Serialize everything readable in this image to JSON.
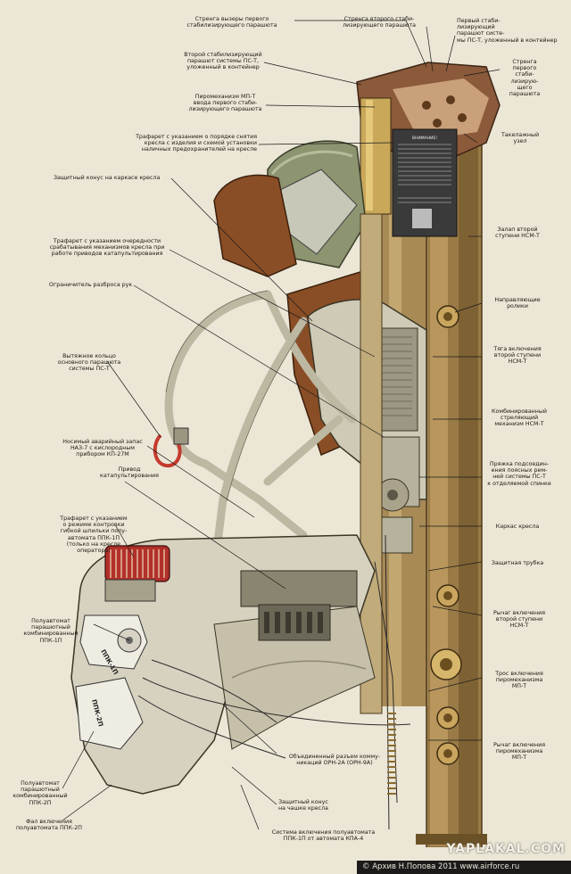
{
  "labels": {
    "stabilizer_drag_chute_sling": "Стренга вызеры первого\nстабилизирующего парашюта",
    "second_stabilizer_sling": "Стренга второго стаби-\nлизирующего парашюта",
    "first_stabilizer_in_container": "Первый стаби-\nлизирующий\nпарашют систе-\nмы ПС-Т, уложенный в контейнер",
    "first_stabilizer_sling": "Стренга\nпервого\nстаби-\nлизирую-\nщего\nпарашюта",
    "second_stabilizer_in_container": "Второй стабилизирующий\nпарашют системы ПС-Т,\nуложенный в контейнер",
    "mpt_pyromechanism": "Пиромеханизм МП-Т\nввода первого стаби-\nлизирующего парашюта",
    "tackle_unit": "Такелажный\nузел",
    "ejection_order_stencil": "Трафарет с указанием о порядке снятия\nкресла с изделия и схемой установки\nналичных предохранителей на кресле",
    "headrest_harness_end": "Защитный конус на каркасе кресла",
    "second_stage_rod": "Залап второй\nступени НСМ-Т",
    "seat_mechanism_stencil": "Трафарет с указанием очередности\nсрабатывания механизмов кресла при\nработе приводов катапультирования",
    "guide_rollers": "Направляющие\nролики",
    "arm_restraint": "Ограничитель разброса рук",
    "second_stage_pull_rod": "Тяга включения\nвторой ступени\nНСМ-Т",
    "main_chute_pull_ring": "Вытяжное кольцо\nосновного парашюта\nсистемы ПС-Т",
    "combined_firing_mechanism": "Комбинированный\nстреляющий\nмеханизм НСМ-Т",
    "oxygen_supply": "Носимый аварийный запас\nНАЗ-7 с кислородным\nприбором КП-27М",
    "harness_buckle": "Пряжка подсоедин-\nения поясных рем-\nней системы ПС-Т\nк отделяемой спинке",
    "ejection_drive": "Привод\nкатапультирования",
    "seat_frame": "Каркас кресла",
    "ppk_stencil": "Трафарет с указанием\nо режиме контровки\nгибкой шпильки полу-\nавтомата ППК-1П\n(только на кресле\nоператора)",
    "protective_tube": "Защитная трубка",
    "second_stage_lever": "Рычаг включения\nвторой ступени\nНСМ-Т",
    "ppk_1p": "Полуавтомат\nпарашютный\nкомбинированный\nППК-1П",
    "mpt_cable": "Трос включения\nпиромеханизма\nМП-Т",
    "mpt_lever": "Рычаг включения\nпиромеханизма\nМП-Т",
    "orn_connector": "Объединенный разъем комму-\nникаций ОРН-2А (ОРН-9А)",
    "ppk_2p": "Полуавтомат\nпарашютный\nкомбинированный\nППК-2П",
    "seat_bowl_cone": "Защитный конус\nна чашке кресла",
    "ppk_2p_pin": "Фал включения\nполуавтомата ППК-2П",
    "kpa4_system": "Система включения полуавтомата\nППК-1П от автомата КПА-4"
  },
  "stencil_texts": {
    "top_plate_heading": "ВНИМАНИЕ!",
    "ppk1p_plate": "ППК-1П",
    "ppk2p_plate": "ППК-2П"
  },
  "watermark": "YAPLAKAL.COM",
  "credit": "© Архив Н.Попова 2011  www.airforce.ru"
}
